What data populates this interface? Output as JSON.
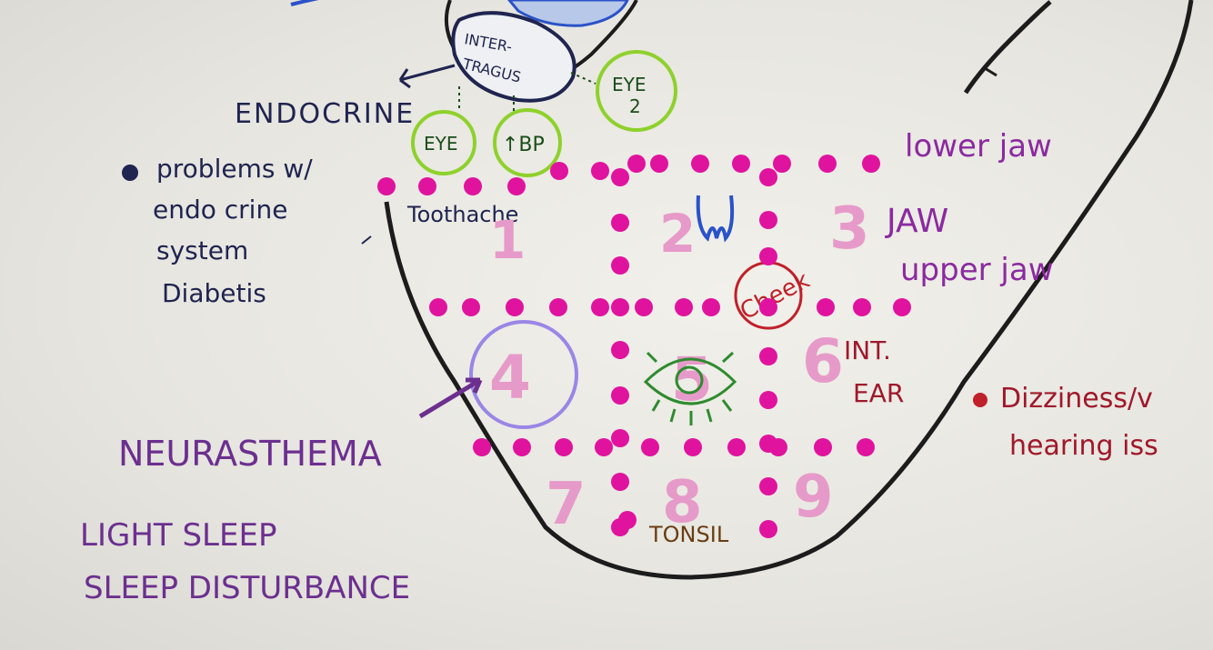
{
  "labels": {
    "intertragus_1": "INTER-",
    "intertragus_2": "TRAGUS",
    "endocrine": "ENDOCRINE",
    "eye": "EYE",
    "eye2_a": "EYE",
    "eye2_b": "2",
    "bp": "↑BP",
    "lower_jaw": "lower jaw",
    "upper_jaw": "upper jaw",
    "jaw": "JAW",
    "toothache": "Toothache",
    "cheek": "Cheek",
    "int_ear_1": "INT.",
    "int_ear_2": "EAR",
    "neurasthenia": "NEURASTHEMA",
    "tonsil": "TONSIL",
    "dizziness_1": "Dizziness/v",
    "dizziness_2": "hearing iss",
    "notes": [
      "problems w/",
      "endo crine",
      "system",
      "Diabetis"
    ],
    "sleep": [
      "LIGHT SLEEP",
      "SLEEP DISTURBANCE"
    ]
  },
  "zones": [
    "1",
    "2",
    "3",
    "4",
    "5",
    "6",
    "7",
    "8",
    "9"
  ],
  "colors": {
    "dot": "#e0139e",
    "zone_number": "#e69ac9",
    "outline": "#1c1c1c",
    "green_circle": "#8ed12c",
    "purple_circle": "#9a86e6",
    "purple_text": "#6c2f8f",
    "red_text": "#c0202a",
    "navy_text": "#1f2450",
    "brown_text": "#6a3d12",
    "blue_mark": "#2a52c9"
  }
}
